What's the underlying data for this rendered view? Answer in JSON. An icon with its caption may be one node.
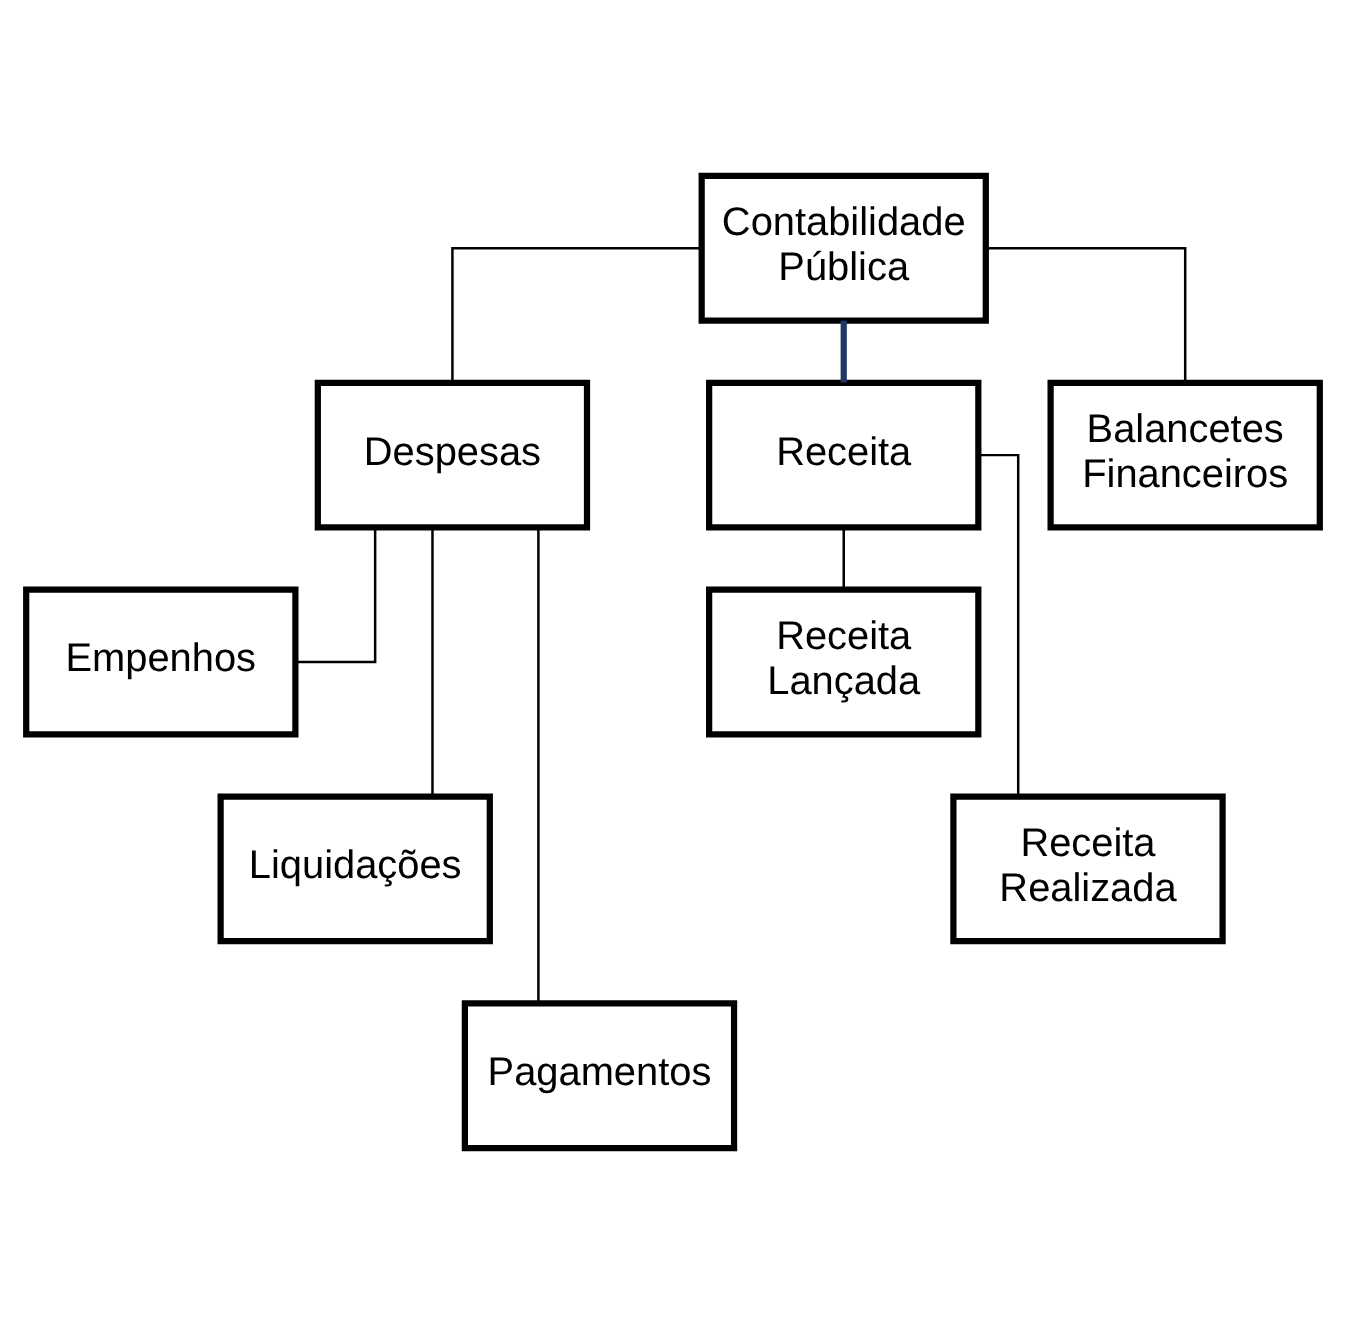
{
  "diagram": {
    "nodes": [
      {
        "text": [
          "Contabilidade Pública"
        ]
      },
      {
        "text": [
          "Despesas"
        ]
      },
      {
        "text": [
          "Receita"
        ]
      },
      {
        "text": [
          "Balancetes Financeiros"
        ]
      },
      {
        "text": [
          "Empenhos"
        ]
      },
      {
        "text": [
          "Liquidações"
        ]
      },
      {
        "text": [
          "Pagamentos"
        ]
      },
      {
        "text": [
          "Receita Lançada"
        ]
      },
      {
        "text": [
          "Receita Realizada"
        ]
      }
    ],
    "edges": [
      {
        "from": 0,
        "to": 1,
        "arrow": "none"
      },
      {
        "from": 0,
        "to": 2,
        "arrow": "none",
        "color": "#1f3864",
        "style": "thick"
      },
      {
        "from": 0,
        "to": 3,
        "arrow": "none"
      },
      {
        "from": 1,
        "to": 4,
        "arrow": "none"
      },
      {
        "from": 1,
        "to": 5,
        "arrow": "none"
      },
      {
        "from": 1,
        "to": 6,
        "arrow": "none"
      },
      {
        "from": 2,
        "to": 7,
        "arrow": "none"
      },
      {
        "from": 2,
        "to": 8,
        "arrow": "none"
      }
    ]
  }
}
